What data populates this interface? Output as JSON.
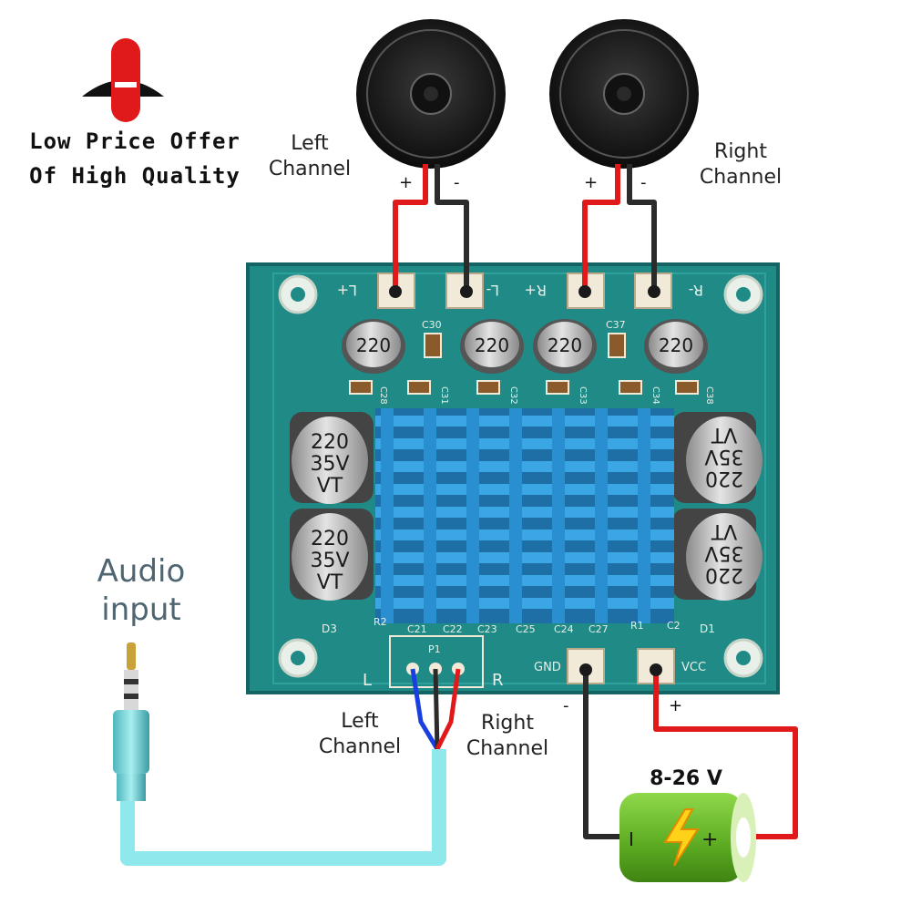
{
  "logo": {
    "line1": "Low Price Offer",
    "line2": "Of High Quality"
  },
  "speakers": {
    "left": {
      "label_line1": "Left",
      "label_line2": "Channel",
      "plus": "+",
      "minus": "-"
    },
    "right": {
      "label_line1": "Right",
      "label_line2": "Channel",
      "plus": "+",
      "minus": "-"
    }
  },
  "board": {
    "terminals": [
      "L+",
      "L-",
      "R+",
      "R-"
    ],
    "small_caps_top": [
      "C30",
      "C37"
    ],
    "caps_row": [
      "C28",
      "C31",
      "C32",
      "C33",
      "C34",
      "C38"
    ],
    "big_cap": {
      "v1": "220",
      "v2": "35V",
      "v3": "VT"
    },
    "small_cap_value": "220",
    "bottom_labels": [
      "R2",
      "C21",
      "C22",
      "C23",
      "C25",
      "C24",
      "C27",
      "R1",
      "C2"
    ],
    "diodes": [
      "D3",
      "D1"
    ],
    "input_header": "P1",
    "side_l": "L",
    "side_r": "R",
    "gnd": "GND",
    "vcc": "VCC"
  },
  "input_labels": {
    "left_line1": "Left",
    "left_line2": "Channel",
    "right_line1": "Right",
    "right_line2": "Channel"
  },
  "audio_input": {
    "line1": "Audio",
    "line2": "input"
  },
  "power": {
    "minus": "-",
    "plus": "+",
    "voltage": "8-26 V",
    "battery_minus": "I",
    "battery_plus": "+"
  },
  "colors": {
    "board": "#1f8a86",
    "heatsink": "#2a8fd0",
    "wire_red": "#e01a1a",
    "wire_black": "#2b2b2b",
    "wire_blue": "#1a3fe0",
    "cable": "#8fe8ec",
    "battery": "#6cbf2a"
  }
}
